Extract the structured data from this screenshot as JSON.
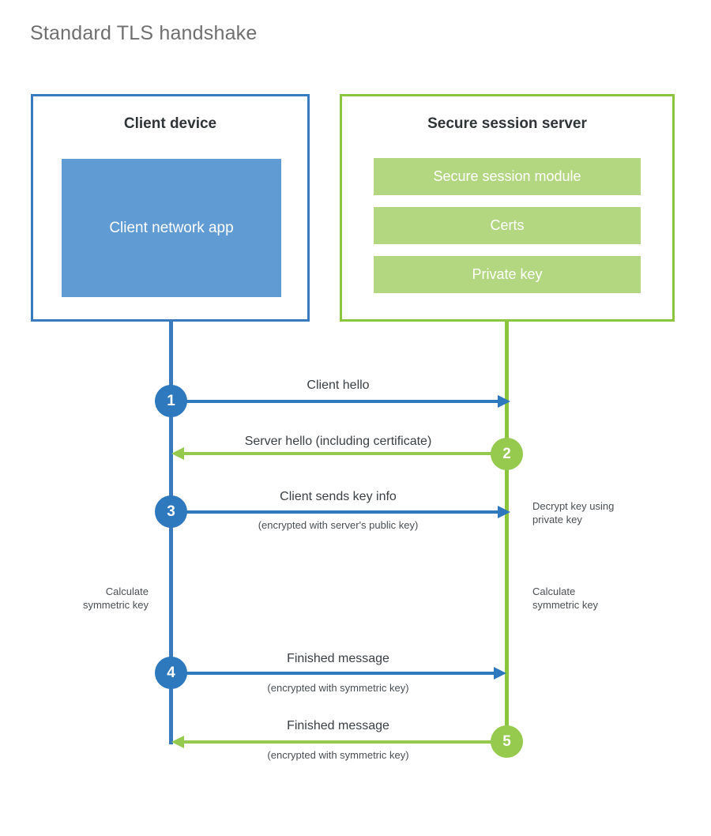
{
  "title": "Standard TLS handshake",
  "colors": {
    "client_border": "#3a7bbf",
    "client_fill": "#609bd4",
    "client_accent": "#2e79bd",
    "server_border": "#8cc63e",
    "server_fill": "#b2d780",
    "server_accent": "#95ca4e",
    "text_dark": "#2f3437",
    "text_body": "#4a4f53",
    "title_gray": "#6f6f6f"
  },
  "participants": {
    "client": {
      "title": "Client device",
      "app_label": "Client network app"
    },
    "server": {
      "title": "Secure session server",
      "components": [
        "Secure session module",
        "Certs",
        "Private key"
      ]
    }
  },
  "steps": [
    {
      "number": "1",
      "label": "Client hello",
      "sub": "",
      "direction": "client-to-server",
      "side": "client"
    },
    {
      "number": "2",
      "label": "Server hello (including certificate)",
      "sub": "",
      "direction": "server-to-client",
      "side": "server"
    },
    {
      "number": "3",
      "label": "Client sends key info",
      "sub": "(encrypted with server's public key)",
      "direction": "client-to-server",
      "side": "client"
    },
    {
      "number": "4",
      "label": "Finished message",
      "sub": "(encrypted with symmetric key)",
      "direction": "client-to-server",
      "side": "client"
    },
    {
      "number": "5",
      "label": "Finished message",
      "sub": "(encrypted with symmetric key)",
      "direction": "server-to-client",
      "side": "server"
    }
  ],
  "annotations": {
    "decrypt_note_line1": "Decrypt key using",
    "decrypt_note_line2": "private key",
    "client_calc_line1": "Calculate",
    "client_calc_line2": "symmetric key",
    "server_calc_line1": "Calculate",
    "server_calc_line2": "symmetric key"
  }
}
